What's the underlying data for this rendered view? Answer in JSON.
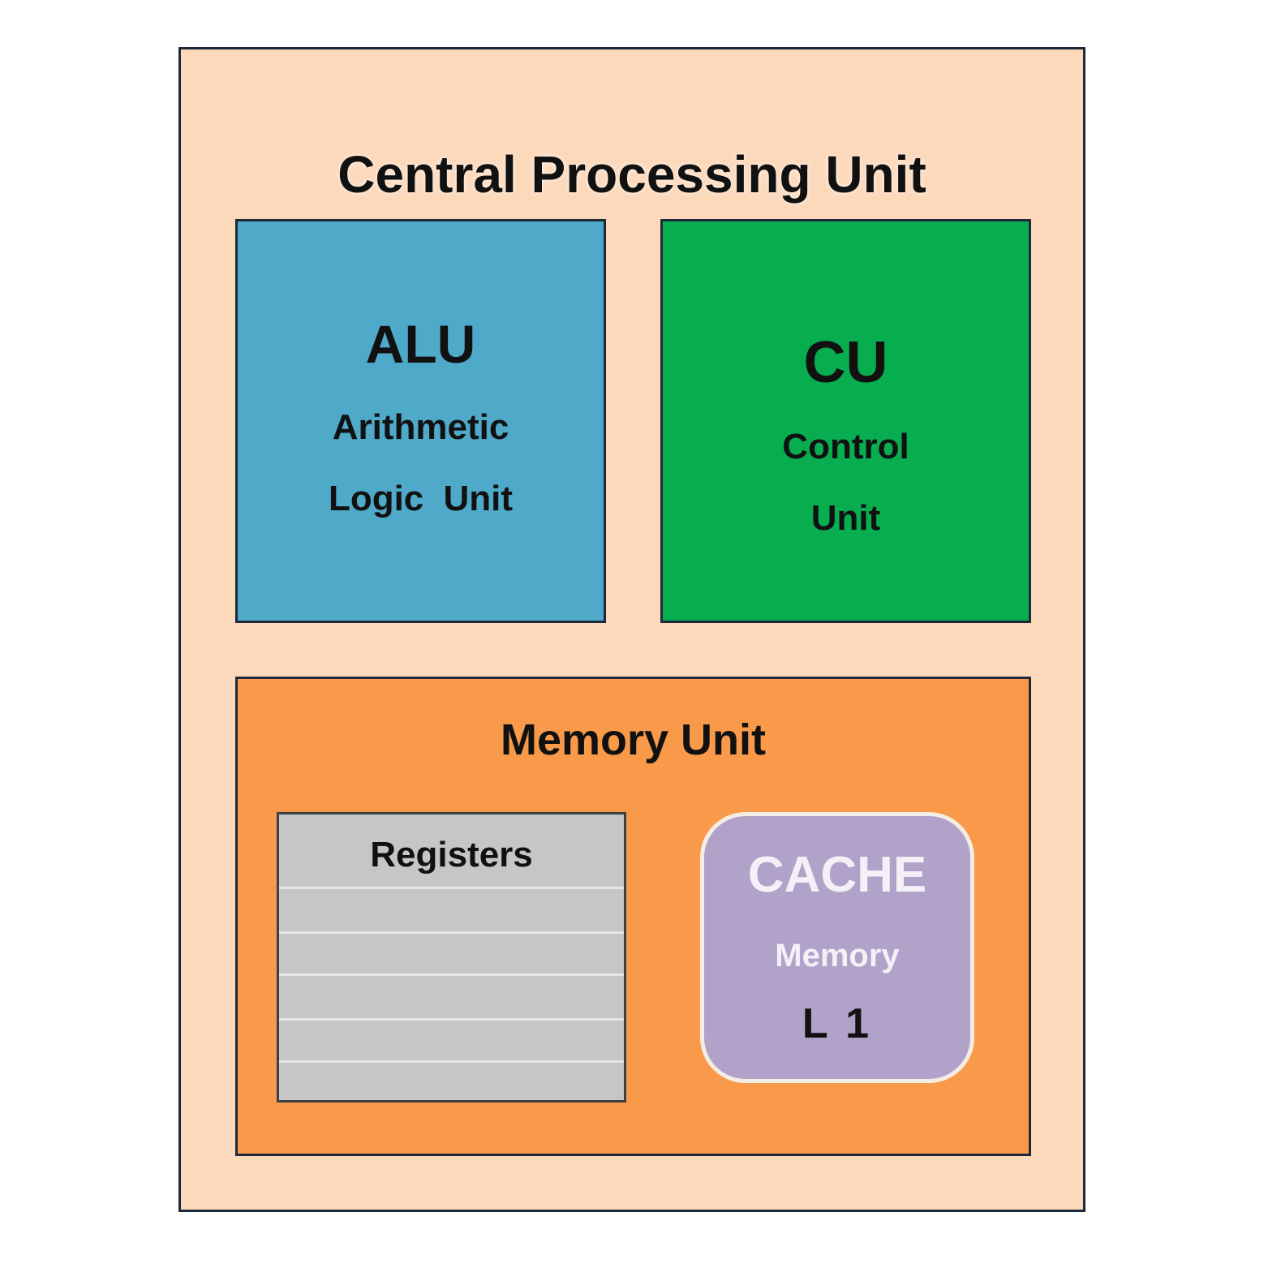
{
  "cpu": {
    "title": "Central Processing Unit",
    "background_color": "#fdd9bc"
  },
  "alu": {
    "abbr": "ALU",
    "line1": "Arithmetic",
    "line2": "Logic  Unit",
    "color": "#4fa9c9"
  },
  "cu": {
    "abbr": "CU",
    "line1": "Control",
    "line2": "Unit",
    "color": "#08ad50"
  },
  "memory": {
    "title": "Memory Unit",
    "color": "#f99a4a",
    "registers": {
      "title": "Registers",
      "color": "#c6c6c6",
      "row_divider_count": 5
    },
    "cache": {
      "abbr": "CACHE",
      "line1": "Memory",
      "line2": "L 1",
      "color": "#b0a2c8"
    }
  }
}
